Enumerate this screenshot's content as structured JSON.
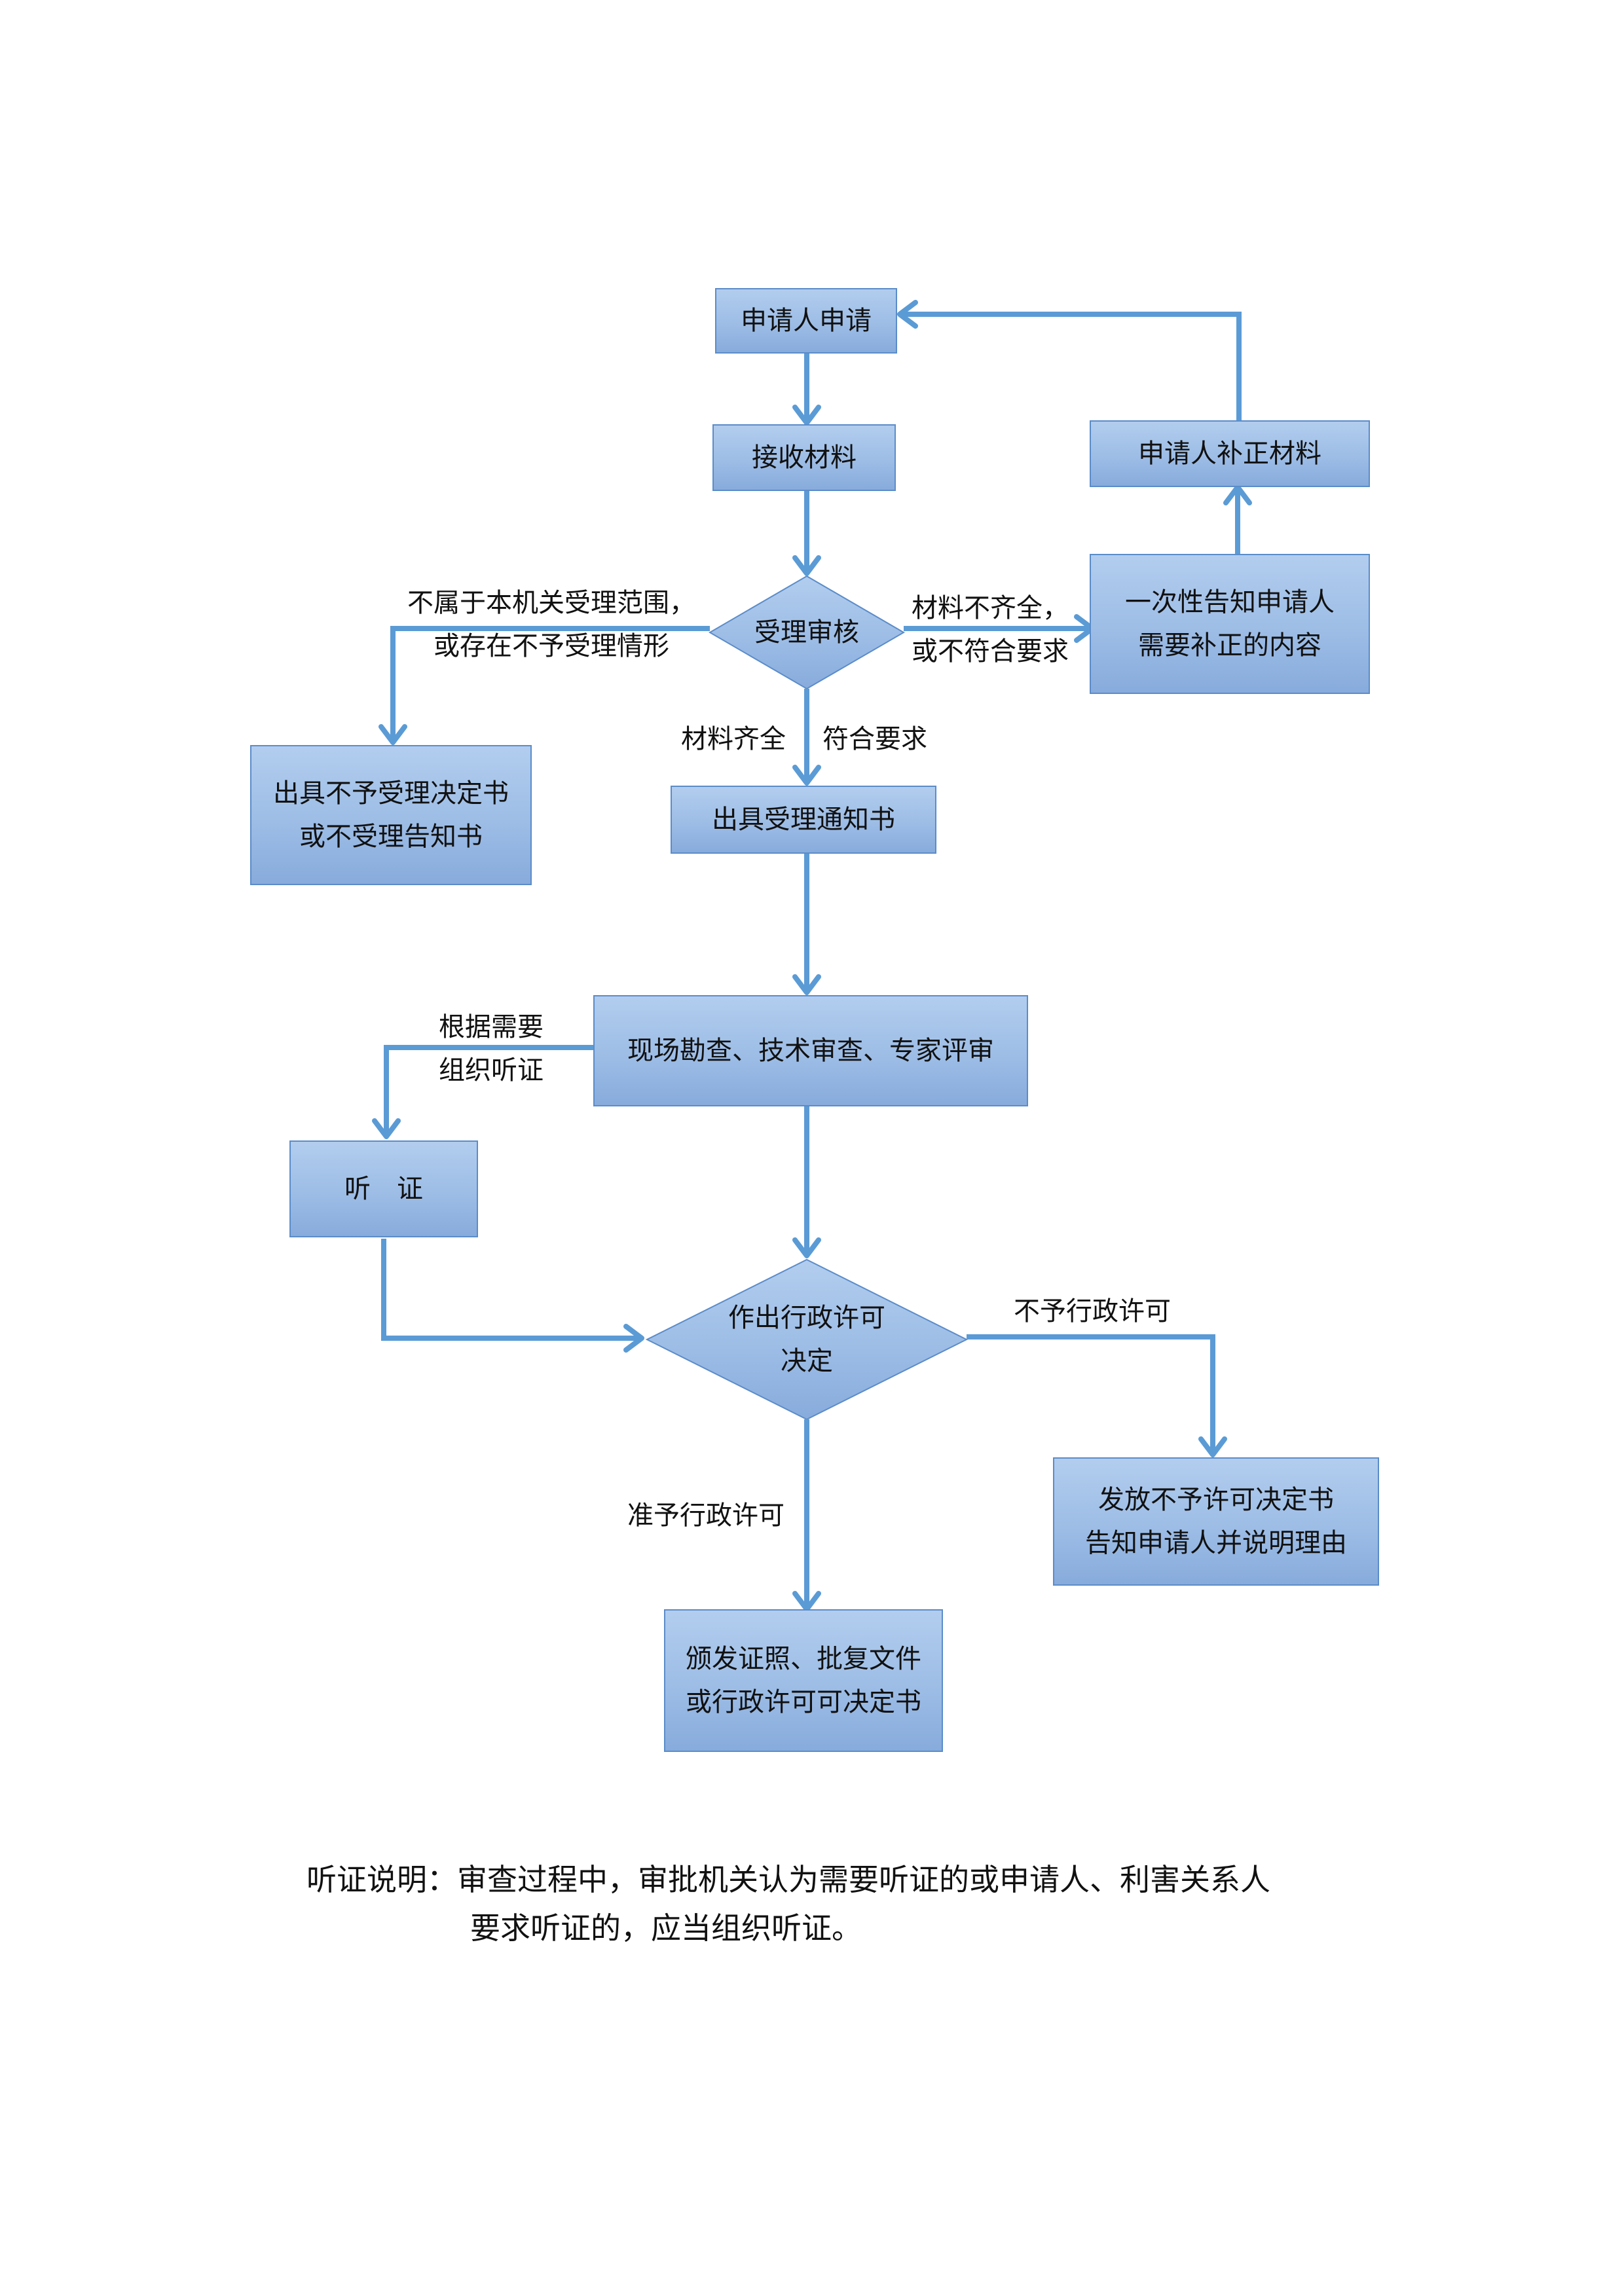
{
  "nodes": {
    "apply": "申请人申请",
    "receive": "接收材料",
    "supplement_materials": "申请人补正材料",
    "review": "受理审核",
    "notify_once": [
      "一次性告知申请人",
      "需要补正的内容"
    ],
    "not_accepted": [
      "出具不予受理决定书",
      "或不受理告知书"
    ],
    "accept_notice": "出具受理通知书",
    "inspection": "现场勘查、技术审查、专家评审",
    "hearing": "听　证",
    "decision": [
      "作出行政许可",
      "决定"
    ],
    "deny_notice": [
      "发放不予许可决定书",
      "告知申请人并说明理由"
    ],
    "issue_license": [
      "颁发证照、批复文件",
      "或行政许可可决定书"
    ]
  },
  "edge_labels": {
    "out_of_scope": [
      "不属于本机关受理范围，",
      "或存在不予受理情形"
    ],
    "incomplete": [
      "材料不齐全，",
      "或不符合要求"
    ],
    "complete": "材料齐全",
    "meets_requirements": "符合要求",
    "hearing_needed": [
      "根据需要",
      "组织听证"
    ],
    "deny": "不予行政许可",
    "grant": "准予行政许可"
  },
  "note": {
    "label": "听证说明：",
    "line1": "审查过程中，审批机关认为需要听证的或申请人、利害关系人",
    "line2": "要求听证的，应当组织听证。"
  },
  "colors": {
    "box_fill": "#9dbde6",
    "box_border": "#5b8cc9",
    "arrow": "#5b9bd5"
  }
}
